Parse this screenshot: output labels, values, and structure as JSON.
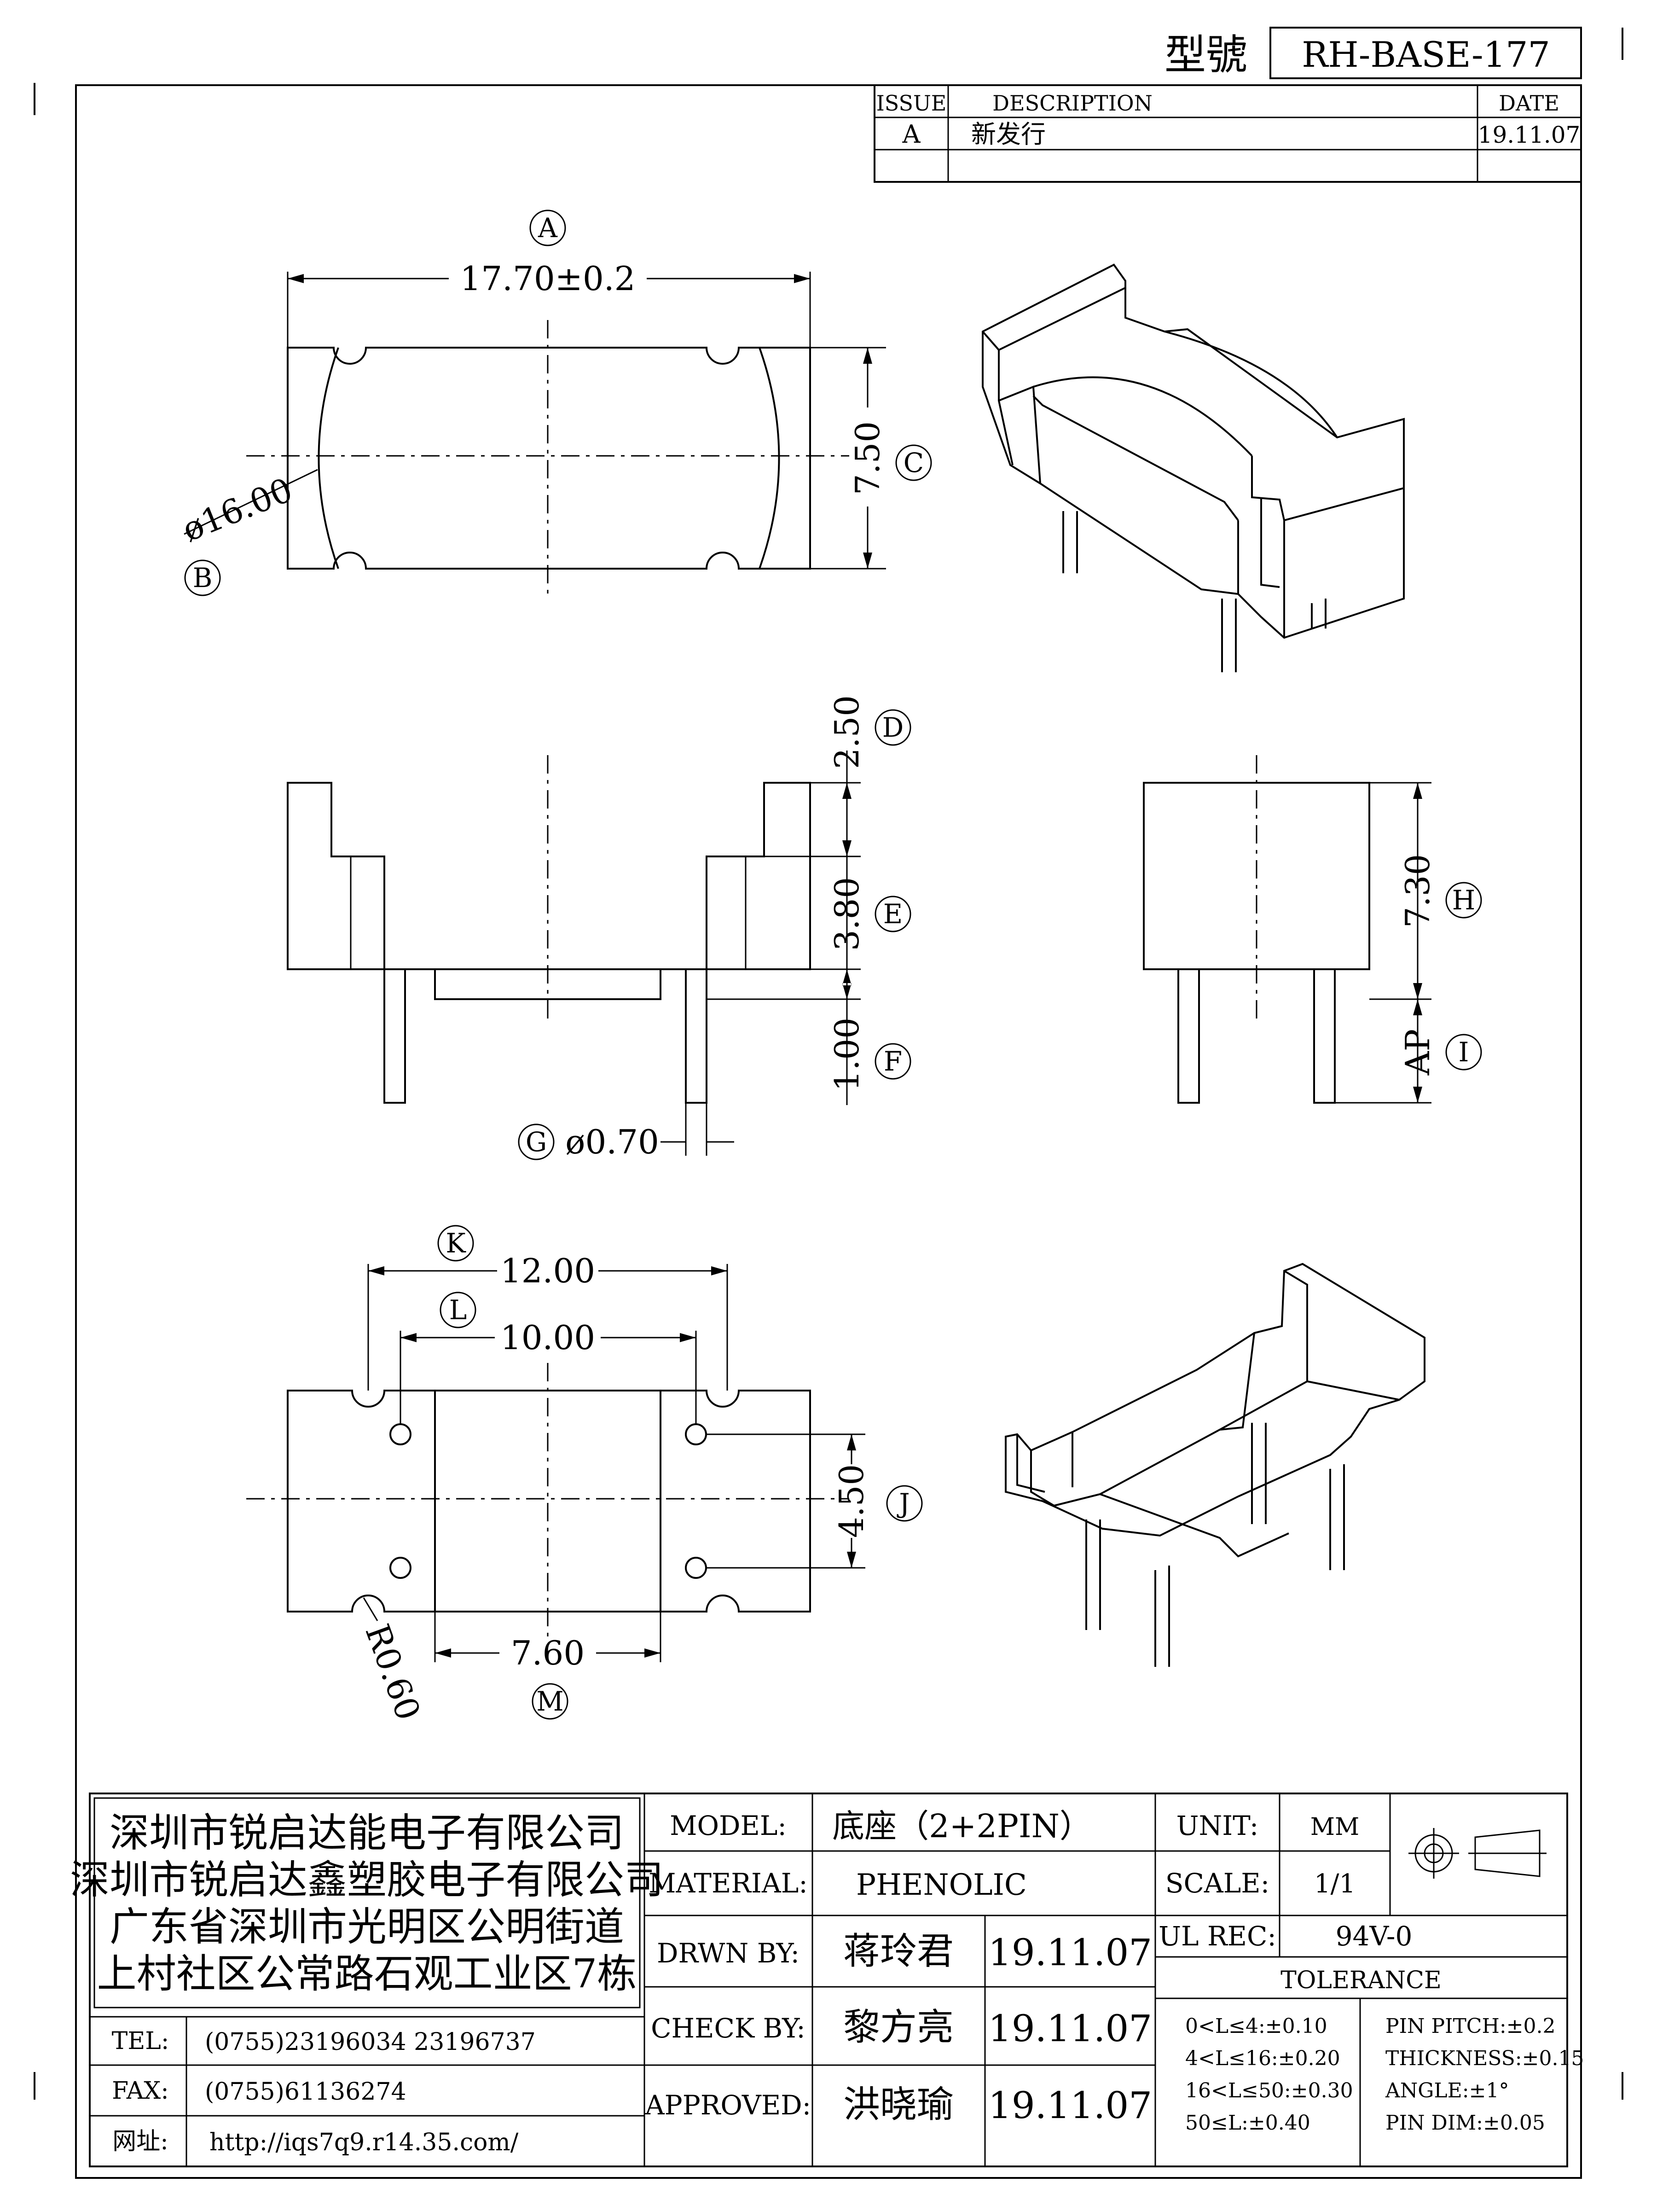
{
  "header": {
    "model_no_label": "型號",
    "model_no": "RH-BASE-177",
    "revision_table": {
      "headers": [
        "ISSUE",
        "DESCRIPTION",
        "DATE"
      ],
      "rows": [
        {
          "issue": "A",
          "description": "新发行",
          "date": "19.11.07"
        }
      ]
    }
  },
  "drawing": {
    "callouts": [
      "A",
      "B",
      "C",
      "D",
      "E",
      "F",
      "G",
      "H",
      "I",
      "K",
      "L",
      "J",
      "M"
    ],
    "dimensions": {
      "A": "17.70±0.2",
      "B": "ø16.00",
      "C": "7.50",
      "D": "2.50",
      "E": "3.80",
      "F": "1.00",
      "G": "ø0.70",
      "H": "7.30",
      "I": "AP",
      "K": "12.00",
      "L": "10.00",
      "J": "4.50",
      "M": "7.60",
      "R": "R0.60"
    }
  },
  "title_block": {
    "company": [
      "深圳市锐启达能电子有限公司",
      "深圳市锐启达鑫塑胶电子有限公司",
      "广东省深圳市光明区公明街道",
      "上村社区公常路石观工业区7栋"
    ],
    "contacts": [
      {
        "label": "TEL:",
        "value": "(0755)23196034  23196737"
      },
      {
        "label": "FAX:",
        "value": "(0755)61136274"
      },
      {
        "label": "网址:",
        "value": "http://iqs7q9.r14.35.com/"
      }
    ],
    "model_label": "MODEL:",
    "model_value": "底座（2+2PIN）",
    "material_label": "MATERIAL:",
    "material_value": "PHENOLIC",
    "drawn_label": "DRWN BY:",
    "drawn_name": "蒋玲君",
    "drawn_date": "19.11.07",
    "check_label": "CHECK BY:",
    "check_name": "黎方亮",
    "check_date": "19.11.07",
    "approved_label": "APPROVED:",
    "approved_name": "洪晓瑜",
    "approved_date": "19.11.07",
    "unit_label": "UNIT:",
    "unit_value": "MM",
    "scale_label": "SCALE:",
    "scale_value": "1/1",
    "ul_label": "UL REC:",
    "ul_value": "94V-0",
    "tolerance_title": "TOLERANCE",
    "tolerance_left": [
      "0<L≤4:±0.10",
      "4<L≤16:±0.20",
      "16<L≤50:±0.30",
      "50≤L:±0.40"
    ],
    "tolerance_right": [
      "PIN PITCH:±0.2",
      "THICKNESS:±0.15",
      "ANGLE:±1°",
      "PIN DIM:±0.05"
    ]
  }
}
